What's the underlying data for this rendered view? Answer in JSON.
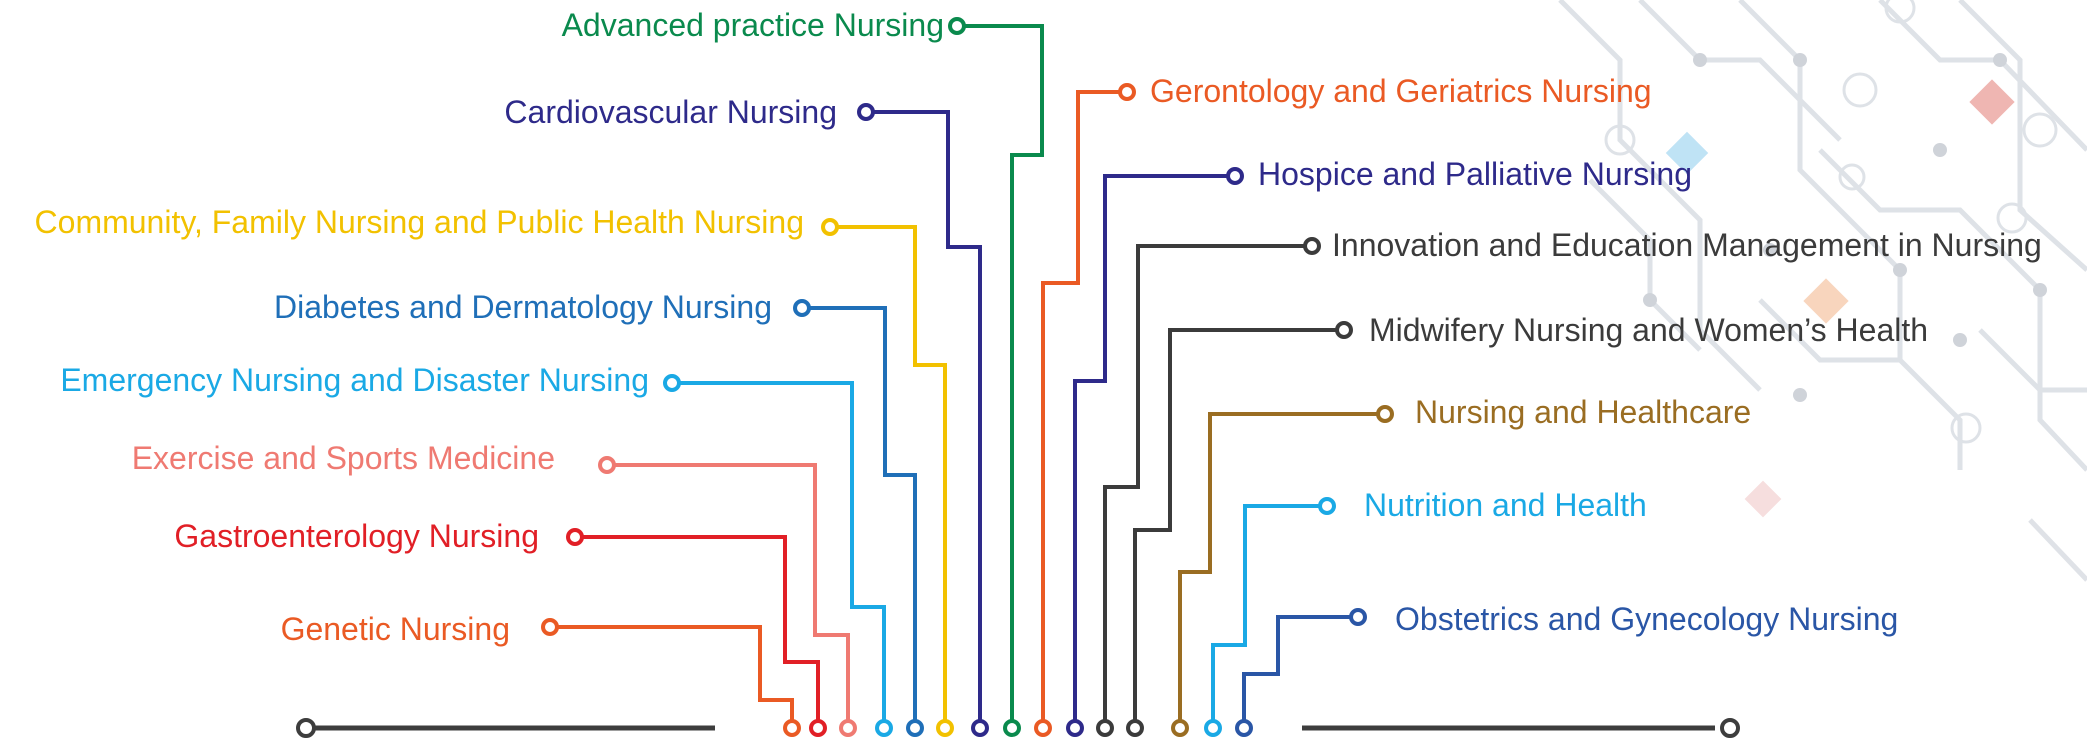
{
  "title": "",
  "colors": {
    "green": "#0a8a4d",
    "indigo": "#2e2a8a",
    "yellow": "#f2c100",
    "blue": "#1f6fb8",
    "sky": "#1aa9e5",
    "salmon": "#ef7a72",
    "red": "#e11f26",
    "orange": "#ea5a24",
    "charcoal": "#3b3b3b",
    "bronze": "#9a6d22",
    "navy": "#2a56a6",
    "baseline": "#3d3d3d"
  },
  "left_topics": [
    {
      "label": "Advanced practice Nursing",
      "color": "#0a8a4d"
    },
    {
      "label": "Cardiovascular Nursing",
      "color": "#2e2a8a"
    },
    {
      "label": "Community, Family Nursing and Public Health Nursing",
      "color": "#f2c100"
    },
    {
      "label": "Diabetes and Dermatology Nursing",
      "color": "#1f6fb8"
    },
    {
      "label": "Emergency Nursing and Disaster Nursing",
      "color": "#1aa9e5"
    },
    {
      "label": "Exercise and Sports Medicine",
      "color": "#ef7a72"
    },
    {
      "label": "Gastroenterology Nursing",
      "color": "#e11f26"
    },
    {
      "label": "Genetic Nursing",
      "color": "#ea5a24"
    }
  ],
  "right_topics": [
    {
      "label": "Gerontology and Geriatrics Nursing",
      "color": "#ea5a24"
    },
    {
      "label": "Hospice and Palliative Nursing",
      "color": "#2e2a8a"
    },
    {
      "label": "Innovation and Education Management in Nursing",
      "color": "#3b3b3b"
    },
    {
      "label": "Midwifery Nursing and Women’s Health",
      "color": "#3b3b3b"
    },
    {
      "label": "Nursing and Healthcare",
      "color": "#9a6d22"
    },
    {
      "label": "Nutrition and Health",
      "color": "#1aa9e5"
    },
    {
      "label": "Obstetrics and Gynecology Nursing",
      "color": "#2a56a6"
    }
  ]
}
